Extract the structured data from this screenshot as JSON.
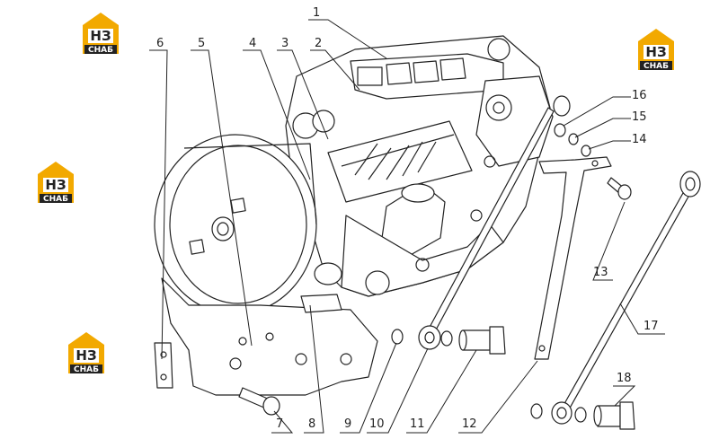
{
  "logo": {
    "mark": "НЗ",
    "sub": "СНАБ",
    "accent": "#f2a900",
    "dark": "#222222"
  },
  "diagram": {
    "callouts": [
      "1",
      "2",
      "3",
      "4",
      "5",
      "6",
      "7",
      "8",
      "9",
      "10",
      "11",
      "12",
      "13",
      "14",
      "15",
      "16",
      "17",
      "18"
    ]
  }
}
